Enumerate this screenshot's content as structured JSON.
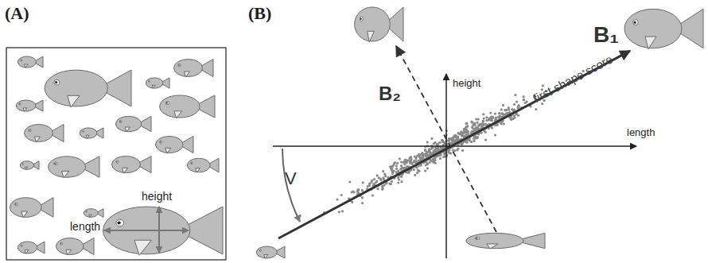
{
  "diagram": {
    "labels": [
      "(A)",
      "height",
      "length",
      "(B)",
      "height",
      "length",
      "B₁",
      "B₂",
      "first shape score",
      "V"
    ]
  }
}
